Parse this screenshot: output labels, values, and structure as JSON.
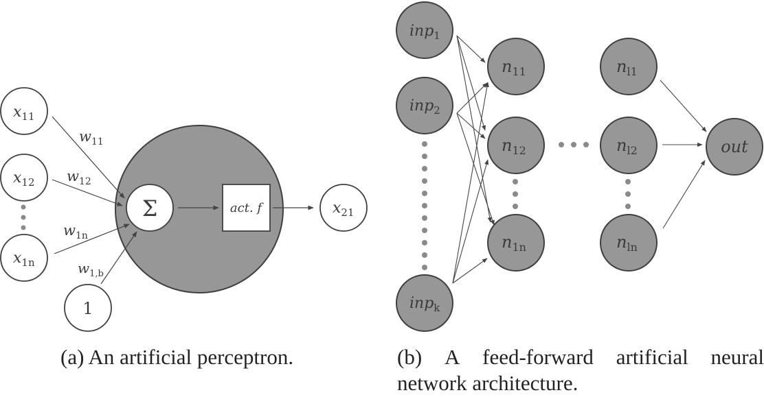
{
  "panel_a": {
    "caption": "(a) An artificial perceptron.",
    "inputs": [
      {
        "base": "x",
        "sub": "11"
      },
      {
        "base": "x",
        "sub": "12"
      },
      {
        "base": "x",
        "sub": "1n"
      }
    ],
    "bias_node": "1",
    "weights": [
      {
        "base": "w",
        "sub": "11"
      },
      {
        "base": "w",
        "sub": "12"
      },
      {
        "base": "w",
        "sub": "1n"
      },
      {
        "base": "w",
        "sub": "1,b"
      }
    ],
    "sum_symbol": "Σ",
    "activation_label": "act. f",
    "output": {
      "base": "x",
      "sub": "21"
    }
  },
  "panel_b": {
    "caption_line1_words": [
      "(b)",
      "A",
      "feed-forward",
      "artificial",
      "neural"
    ],
    "caption_line2": "network architecture.",
    "input_nodes": [
      {
        "base": "inp",
        "sub": "1"
      },
      {
        "base": "inp",
        "sub": "2"
      },
      {
        "base": "inp",
        "sub": "k"
      }
    ],
    "first_layer": [
      {
        "base": "n",
        "sub": "11"
      },
      {
        "base": "n",
        "sub": "12"
      },
      {
        "base": "n",
        "sub": "1n"
      }
    ],
    "last_layer": [
      {
        "base": "n",
        "sub": "l1"
      },
      {
        "base": "n",
        "sub": "l2"
      },
      {
        "base": "n",
        "sub": "ln"
      }
    ],
    "output_node": "out"
  },
  "colors": {
    "node_fill": "#979797",
    "stroke": "#3f3f3f",
    "dot": "#8a8a8a",
    "white": "#ffffff"
  }
}
